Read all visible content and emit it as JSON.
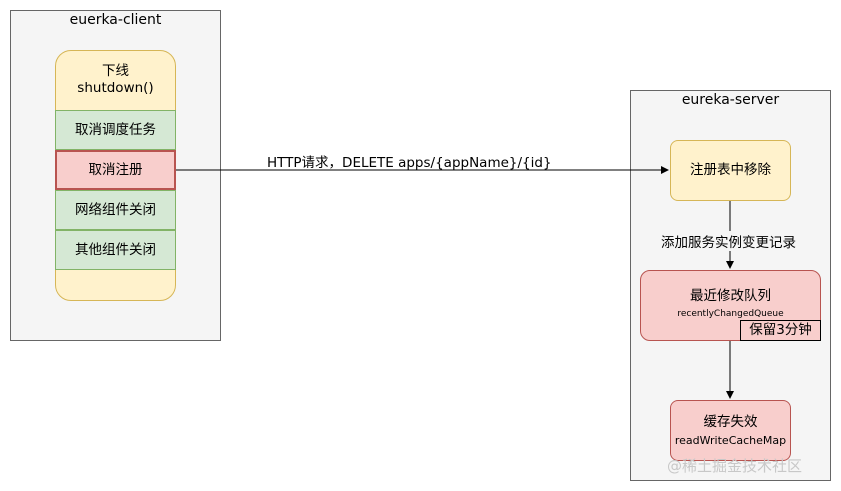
{
  "client": {
    "title": "euerka-client",
    "stack_top_line1": "下线",
    "stack_top_line2": "shutdown()",
    "items": [
      "取消调度任务",
      "取消注册",
      "网络组件关闭",
      "其他组件关闭"
    ]
  },
  "server": {
    "title": "eureka-server",
    "remove_box": "注册表中移除",
    "queue_title": "最近修改队列",
    "queue_name": "recentlyChangedQueue",
    "queue_badge": "保留3分钟",
    "cache_title": "缓存失效",
    "cache_name": "readWriteCacheMap"
  },
  "edges": {
    "http_label": "HTTP请求，DELETE apps/{appName}/{id}",
    "record_label": "添加服务实例变更记录"
  },
  "watermark": "@稀土掘金技术社区",
  "colors": {
    "yellow_fill": "#fff2cc",
    "green_fill": "#d5e8d4",
    "pink_fill": "#f8cecc",
    "highlight_border": "#b85450"
  }
}
